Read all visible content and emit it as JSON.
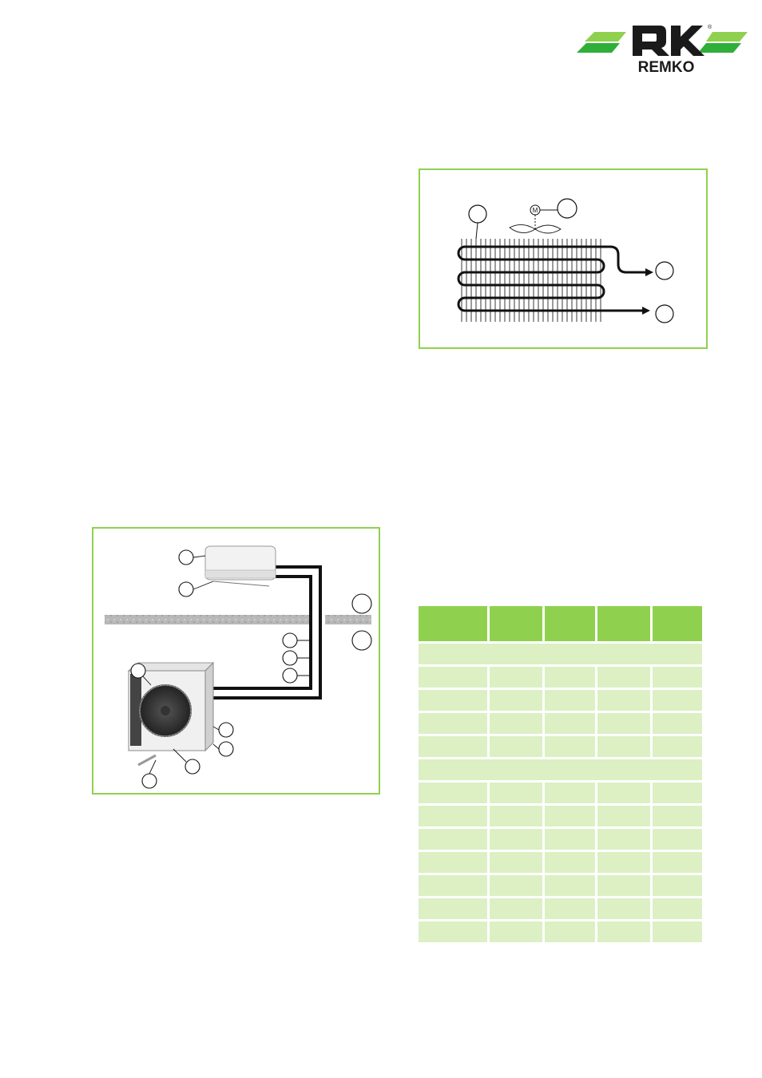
{
  "brand": {
    "name": "REMKO",
    "registered": "®",
    "accent": "#8fd14f",
    "logo_green": "#5bbf3a"
  },
  "figures": {
    "coil": {
      "label": "refrigerant coil schematic",
      "motor_label": "M"
    },
    "split": {
      "label": "split air-conditioner installation"
    }
  },
  "table": {
    "header_color": "#8fd14f",
    "row_color": "#dcf0c4",
    "columns": 5,
    "groups": [
      {
        "rows": 4
      },
      {
        "rows": 7
      }
    ]
  }
}
